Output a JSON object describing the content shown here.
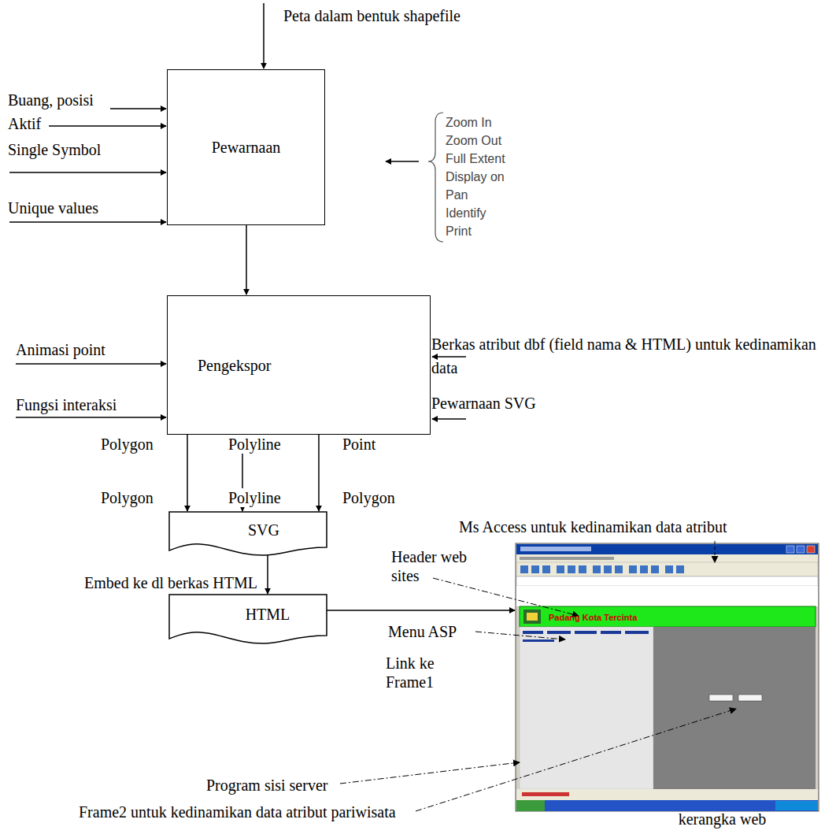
{
  "diagram": {
    "nodes": [
      {
        "text": [
          "Pewarnaan"
        ]
      },
      {
        "text": [
          "Pengekspor"
        ]
      },
      {
        "text": [
          "SVG"
        ]
      },
      {
        "text": [
          "HTML"
        ]
      },
      {
        "text": [
          "kerangka web"
        ]
      }
    ],
    "edges": [
      {
        "from": 0,
        "to": 1,
        "arrow": "to"
      },
      {
        "from": 1,
        "to": 2,
        "arrow": "to"
      },
      {
        "from": 1,
        "to": 2,
        "arrow": "to"
      },
      {
        "from": 1,
        "to": 2,
        "arrow": "to"
      },
      {
        "from": 2,
        "to": 3,
        "arrow": "to",
        "label": "Embed ke dl berkas HTML"
      },
      {
        "from": 3,
        "to": 4,
        "arrow": "to",
        "label": "Link ke Frame1"
      }
    ],
    "labels": [
      "Peta dalam bentuk shapefile",
      "Buang, posisi",
      "Aktif",
      "Single Symbol",
      "Unique values",
      "Zoom In",
      "Zoom Out",
      "Full Extent",
      "Display on",
      "Pan",
      "Identify",
      "Print",
      "Animasi point",
      "Fungsi interaksi",
      "Berkas atribut dbf (field nama & HTML) untuk kedinamikan data",
      "Pewarnaan SVG",
      "Polygon",
      "Polyline",
      "Point",
      "Polygon",
      "Polyline",
      "Polygon",
      "Ms Access untuk kedinamikan data atribut",
      "Header web sites",
      "Menu ASP",
      "Program sisi server",
      "Frame2 untuk kedinamikan data atribut pariwisata",
      "Padang Kota Tercinta"
    ]
  }
}
